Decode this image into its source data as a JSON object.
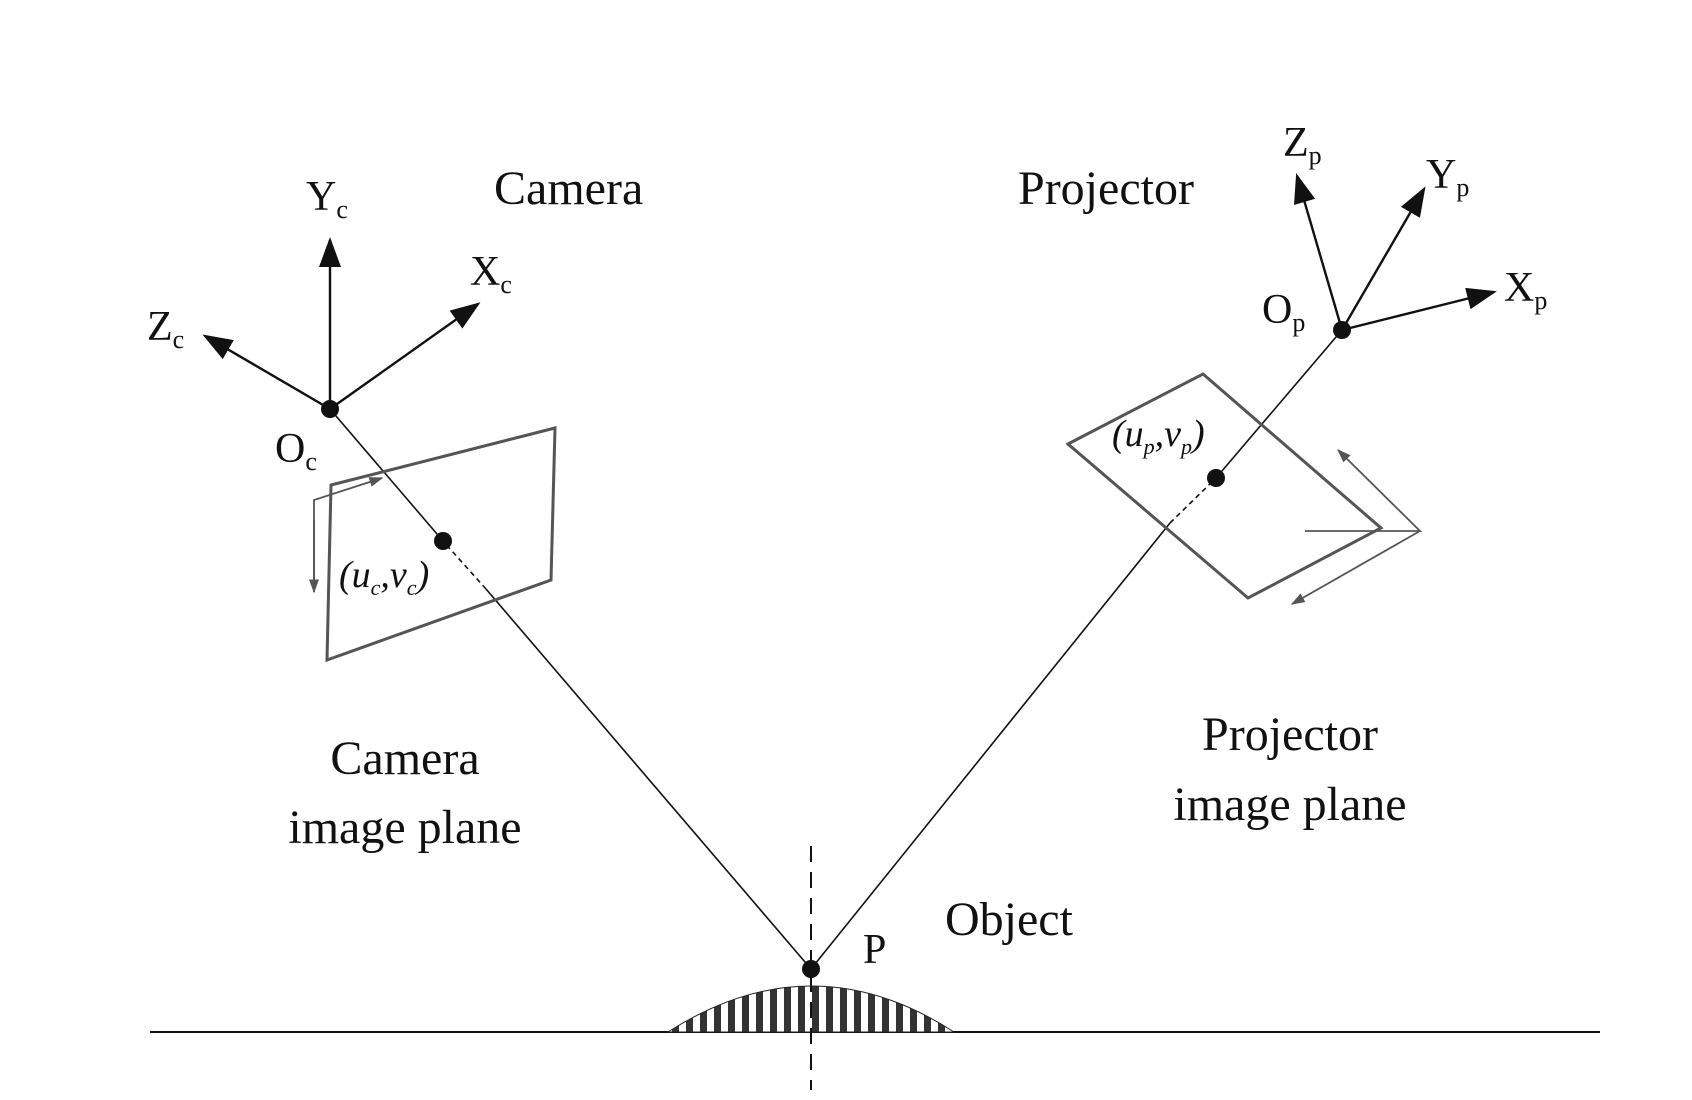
{
  "labels": {
    "camera": "Camera",
    "projector": "Projector",
    "camera_plane_line1": "Camera",
    "camera_plane_line2": "image plane",
    "projector_plane_line1": "Projector",
    "projector_plane_line2": "image plane",
    "object": "Object",
    "point": "P"
  },
  "camera_axes": {
    "y": {
      "main": "Y",
      "sub": "c"
    },
    "x": {
      "main": "X",
      "sub": "c"
    },
    "z": {
      "main": "Z",
      "sub": "c"
    },
    "origin": {
      "main": "O",
      "sub": "c"
    }
  },
  "projector_axes": {
    "z": {
      "main": "Z",
      "sub": "p"
    },
    "y": {
      "main": "Y",
      "sub": "p"
    },
    "x": {
      "main": "X",
      "sub": "p"
    },
    "origin": {
      "main": "O",
      "sub": "p"
    }
  },
  "camera_point": {
    "open": "(",
    "u": "u",
    "u_sub": "c",
    "comma": ",",
    "v": "v",
    "v_sub": "c",
    "close": ")"
  },
  "projector_point": {
    "open": "(",
    "u": "u",
    "u_sub": "p",
    "comma": ",",
    "v": "v",
    "v_sub": "p",
    "close": ")"
  },
  "colors": {
    "ink": "#111111",
    "plane": "#555555"
  }
}
